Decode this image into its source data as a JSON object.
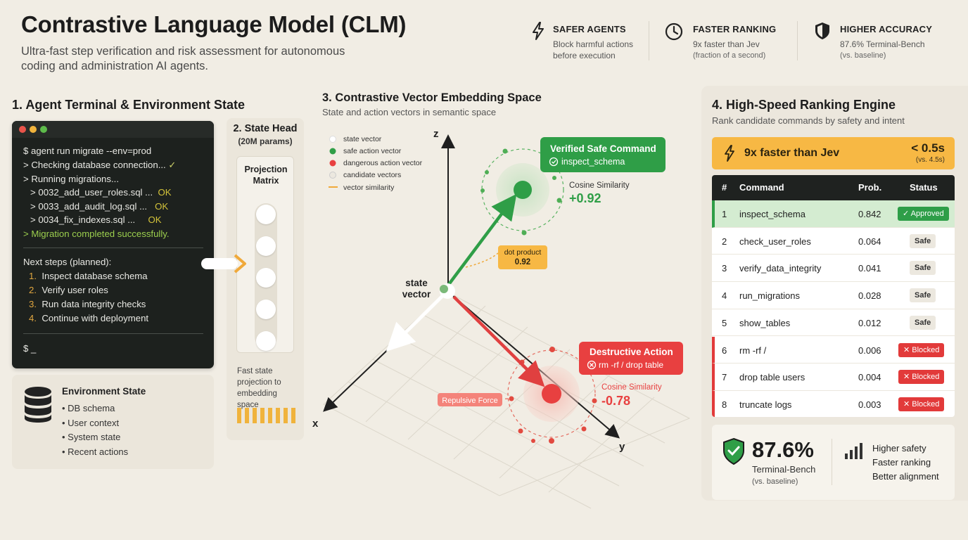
{
  "header": {
    "title": "Contrastive Language Model (CLM)",
    "subtitle": "Ultra-fast step verification and risk assessment for autonomous coding and administration AI agents."
  },
  "features": [
    {
      "icon": "bolt-icon",
      "title": "SAFER AGENTS",
      "line1": "Block harmful actions",
      "line2": "before execution"
    },
    {
      "icon": "clock-icon",
      "title": "FASTER RANKING",
      "line1": "9x faster than Jev",
      "line2": "(fraction of a second)"
    },
    {
      "icon": "shield-icon",
      "title": "HIGHER ACCURACY",
      "line1": "87.6% Terminal-Bench",
      "line2": "(vs. baseline)"
    }
  ],
  "section1": {
    "title": "1. Agent Terminal & Environment State",
    "terminal": {
      "cmd": "$ agent run migrate --env=prod",
      "check_db": "> Checking database connection...",
      "check_mark": "✓",
      "running": "> Running migrations...",
      "migrations": [
        {
          "file": "> 0032_add_user_roles.sql ...",
          "status": "OK"
        },
        {
          "file": "> 0033_add_audit_log.sql ...",
          "status": "OK"
        },
        {
          "file": "> 0034_fix_indexes.sql ...",
          "status": "OK"
        }
      ],
      "success": "> Migration completed successfully.",
      "next_title": "Next steps (planned):",
      "steps": [
        {
          "num": "1.",
          "text": "Inspect database schema"
        },
        {
          "num": "2.",
          "text": "Verify user roles"
        },
        {
          "num": "3.",
          "text": "Run data integrity checks"
        },
        {
          "num": "4.",
          "text": "Continue with deployment"
        }
      ],
      "prompt": "$ _"
    },
    "env": {
      "title": "Environment State",
      "items": [
        "• DB schema",
        "• User context",
        "• System state",
        "• Recent actions"
      ]
    }
  },
  "section2": {
    "title": "2. State Head",
    "params": "(20M params)",
    "matrix_label": "Projection Matrix",
    "caption": "Fast state projection to embedding space"
  },
  "section3": {
    "title": "3. Contrastive Vector Embedding Space",
    "subtitle": "State and action vectors in semantic space",
    "legend": [
      "state vector",
      "safe action vector",
      "dangerous action vector",
      "candidate vectors",
      "vector similarity"
    ],
    "axes": {
      "z": "z",
      "x": "x",
      "y": "y"
    },
    "state_label": [
      "state",
      "vector"
    ],
    "safe_card": {
      "title": "Verified Safe Command",
      "cmd": "inspect_schema"
    },
    "safe_cos_label": "Cosine Similarity",
    "safe_cos": "+0.92",
    "dot_label": "dot product",
    "dot_value": "0.92",
    "danger_card": {
      "title": "Destructive Action",
      "cmd": "rm -rf / drop table"
    },
    "danger_cos_label": "Cosine Similarity",
    "danger_cos": "-0.78",
    "repulsive": "Repulsive Force",
    "colors": {
      "safe": "#2f9e47",
      "danger": "#e84040",
      "dot": "#f7b844"
    }
  },
  "section4": {
    "title": "4. High-Speed Ranking Engine",
    "subtitle": "Rank candidate commands by safety and intent",
    "banner": {
      "text": "9x faster than Jev",
      "value": "< 0.5s",
      "sub": "(vs. 4.5s)"
    },
    "columns": [
      "#",
      "Command",
      "Prob.",
      "Status"
    ],
    "rows": [
      {
        "rank": "1",
        "cmd": "inspect_schema",
        "prob": "0.842",
        "status": "Approved"
      },
      {
        "rank": "2",
        "cmd": "check_user_roles",
        "prob": "0.064",
        "status": "Safe"
      },
      {
        "rank": "3",
        "cmd": "verify_data_integrity",
        "prob": "0.041",
        "status": "Safe"
      },
      {
        "rank": "4",
        "cmd": "run_migrations",
        "prob": "0.028",
        "status": "Safe"
      },
      {
        "rank": "5",
        "cmd": "show_tables",
        "prob": "0.012",
        "status": "Safe"
      },
      {
        "rank": "6",
        "cmd": "rm -rf /",
        "prob": "0.006",
        "status": "Blocked"
      },
      {
        "rank": "7",
        "cmd": "drop table users",
        "prob": "0.004",
        "status": "Blocked"
      },
      {
        "rank": "8",
        "cmd": "truncate logs",
        "prob": "0.003",
        "status": "Blocked"
      }
    ],
    "stats": {
      "value": "87.6%",
      "label": "Terminal-Bench",
      "sub": "(vs. baseline)",
      "benefits": [
        "Higher safety",
        "Faster ranking",
        "Better alignment"
      ]
    }
  }
}
